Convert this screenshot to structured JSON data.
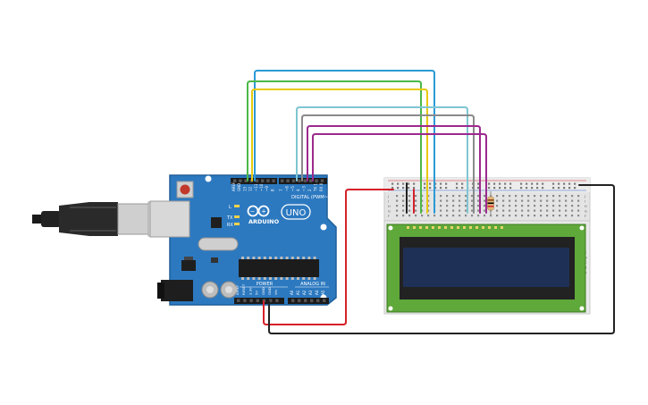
{
  "board": {
    "brand": "ARDUINO",
    "model": "UNO",
    "digital_header_label": "DIGITAL (PWM~)",
    "power_header_label": "POWER",
    "analog_header_label": "ANALOG IN",
    "led_labels": [
      "L",
      "TX",
      "RX"
    ],
    "digital_pins": [
      "AREF",
      "GND",
      "13",
      "12",
      "~11",
      "~10",
      "~9",
      "8",
      "7",
      "~6",
      "~5",
      "4",
      "~3",
      "2",
      "TX 1",
      "RX 0"
    ],
    "power_pins": [
      "IOREF",
      "RESET",
      "3.3V",
      "5V",
      "GND",
      "GND",
      "Vin"
    ],
    "analog_pins": [
      "A0",
      "A1",
      "A2",
      "A3",
      "A4",
      "A5"
    ]
  },
  "breadboard": {
    "row_labels_top": [
      "J",
      "I",
      "H",
      "G",
      "F"
    ],
    "row_labels_bottom": [
      "E",
      "D",
      "C",
      "B",
      "A"
    ]
  },
  "lcd": {
    "display_lines": [
      "",
      ""
    ]
  },
  "colors": {
    "board_blue": "#2c79c0",
    "wire_red": "#d6202a",
    "wire_black": "#222222",
    "wire_blue": "#2b9ad6",
    "wire_green": "#4cb848",
    "wire_yellow": "#e9c90f",
    "wire_teal": "#7ec6d2",
    "wire_gray": "#8a8a8a",
    "wire_purple": "#9c2a8e",
    "lcd_pcb": "#5fa83a",
    "lcd_screen": "#1f3056"
  }
}
